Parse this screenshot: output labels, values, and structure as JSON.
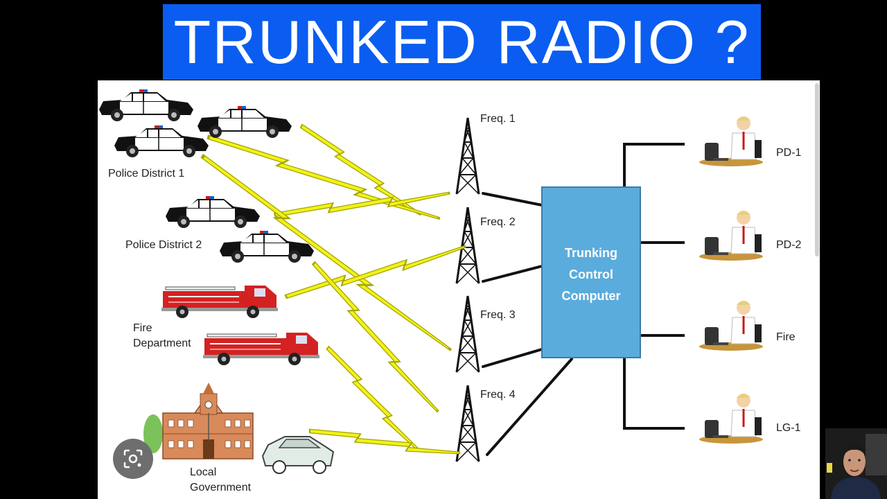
{
  "title": "TRUNKED RADIO ?",
  "groups": {
    "police_district_1": "Police District 1",
    "police_district_2": "Police District 2",
    "fire_line1": "Fire",
    "fire_line2": "Department",
    "local_line1": "Local",
    "local_line2": "Government"
  },
  "frequencies": [
    "Freq. 1",
    "Freq. 2",
    "Freq. 3",
    "Freq. 4"
  ],
  "controller": {
    "line1": "Trunking",
    "line2": "Control",
    "line3": "Computer",
    "fill": "#5aacdc"
  },
  "dispatchers": [
    "PD-1",
    "PD-2",
    "Fire",
    "LG-1"
  ],
  "colors": {
    "banner": "#0a5df0",
    "bolt": "#f2f21a",
    "bolt_outline": "#a6a600"
  },
  "icons": {
    "lens": "image-search-icon",
    "webcam": "presenter-webcam"
  }
}
